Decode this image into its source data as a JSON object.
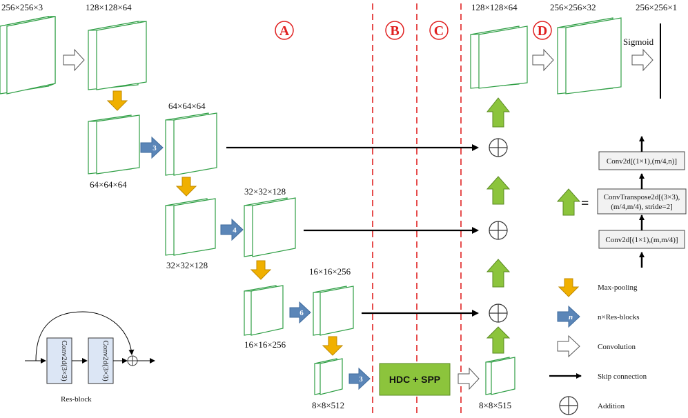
{
  "sections": [
    "A",
    "B",
    "C",
    "D"
  ],
  "dims": {
    "input": "256×256×3",
    "enc1": "128×128×64",
    "enc2a": "64×64×64",
    "enc2b": "64×64×64",
    "enc3a": "32×32×128",
    "enc3b": "32×32×128",
    "enc4a": "16×16×256",
    "enc4b": "16×16×256",
    "enc5": "8×8×512",
    "bottleneck": "8×8×515",
    "dec1": "128×128×64",
    "dec2": "256×256×32",
    "output": "256×256×1"
  },
  "res_counts": {
    "r1": "3",
    "r2": "4",
    "r3": "6",
    "r4": "3"
  },
  "hdc_label": "HDC + SPP",
  "sigmoid_label": "Sigmoid",
  "upblock": {
    "equals": "=",
    "box_top": "Conv2d[(1×1),(m/4,n)]",
    "box_mid_1": "ConvTranspose2d[(3×3),",
    "box_mid_2": "(m/4,m/4), stride=2]",
    "box_bot": "Conv2d[(1×1),(m,m/4)]"
  },
  "legend": {
    "maxpool": "Max-pooling",
    "resblocks": "n×Res-blocks",
    "conv": "Convolution",
    "skip": "Skip connection",
    "add": "Addition",
    "res_glyph": "n"
  },
  "resblock": {
    "conv_a": "Conv2d(3×3)",
    "conv_b": "Conv2d(3×3)",
    "caption": "Res-block"
  },
  "colors": {
    "cube": "#2e9e44",
    "maxpool_arrow": "#f0b000",
    "res_arrow": "#5b86b8",
    "up_arrow": "#8cc43c",
    "hdc_fill": "#8cc43c",
    "section_red": "#e02020",
    "resblock_fill": "#dce6f5"
  }
}
